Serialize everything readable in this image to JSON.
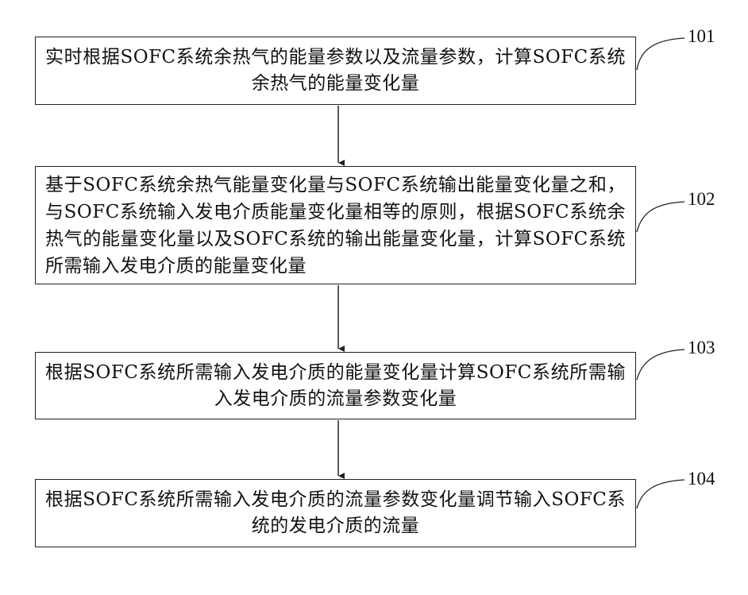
{
  "steps": [
    {
      "id": "101",
      "text": "实时根据SOFC系统余热气的能量参数以及流量参数，计算SOFC系统余热气的能量变化量"
    },
    {
      "id": "102",
      "text": "基于SOFC系统余热气能量变化量与SOFC系统输出能量变化量之和，与SOFC系统输入发电介质能量变化量相等的原则，根据SOFC系统余热气的能量变化量以及SOFC系统的输出能量变化量，计算SOFC系统所需输入发电介质的能量变化量"
    },
    {
      "id": "103",
      "text": "根据SOFC系统所需输入发电介质的能量变化量计算SOFC系统所需输入发电介质的流量参数变化量"
    },
    {
      "id": "104",
      "text": "根据SOFC系统所需输入发电介质的流量参数变化量调节输入SOFC系统的发电介质的流量"
    }
  ]
}
